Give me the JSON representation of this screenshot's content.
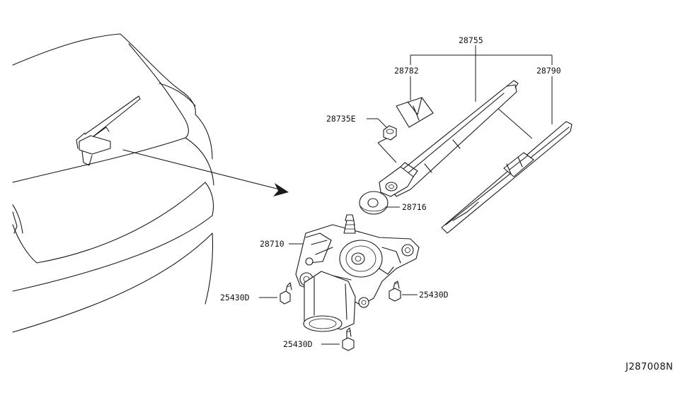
{
  "diagram": {
    "parts": {
      "p28755": "28755",
      "p28782": "28782",
      "p28790": "28790",
      "p28735E": "28735E",
      "p28716": "28716",
      "p28710": "28710",
      "p25430D_left": "25430D",
      "p25430D_right": "25430D",
      "p25430D_bottom": "25430D"
    },
    "figure_code": "J287008N"
  }
}
